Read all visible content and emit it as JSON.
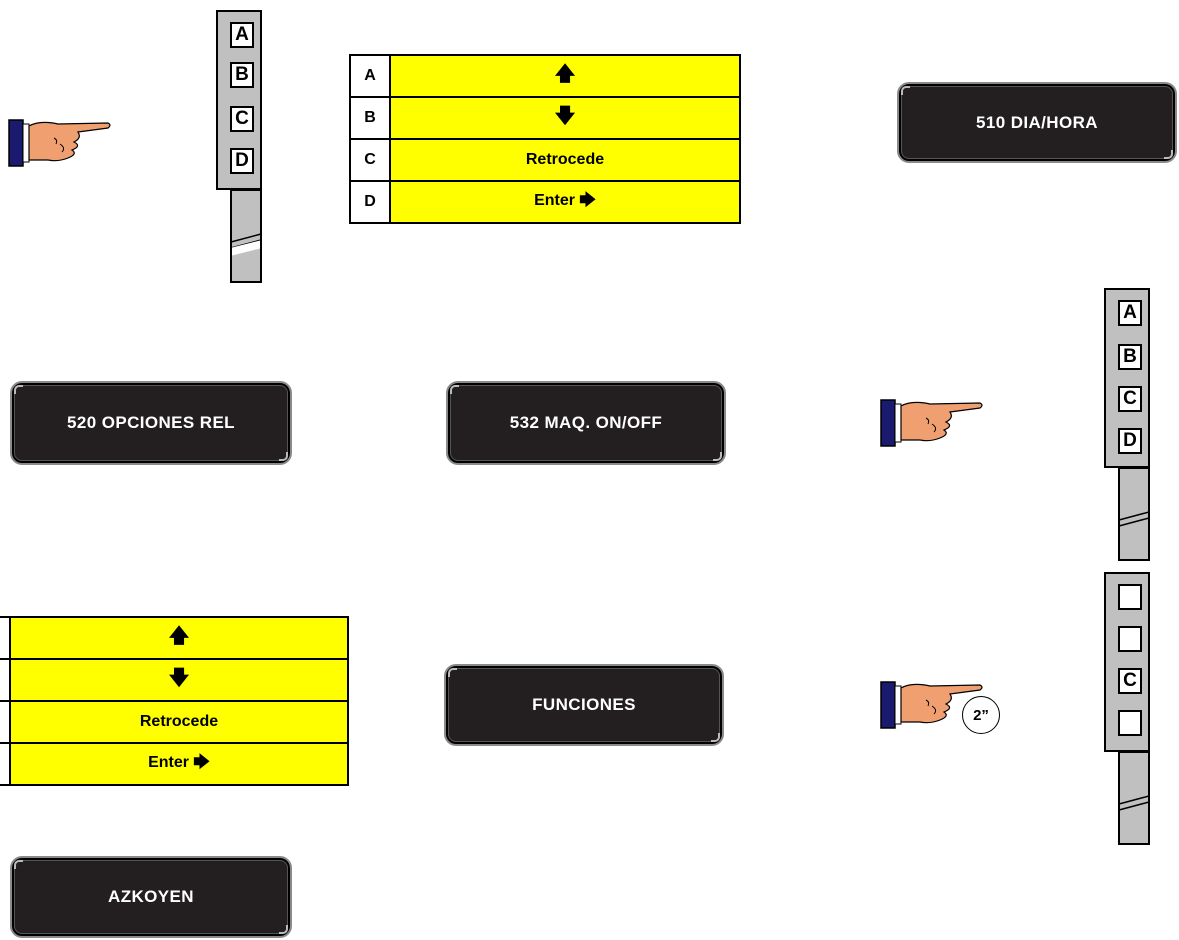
{
  "keypad_top": {
    "keys": [
      "A",
      "B",
      "C",
      "D"
    ]
  },
  "keypad_mid": {
    "keys": [
      "A",
      "B",
      "C",
      "D"
    ]
  },
  "keypad_low": {
    "keys": [
      "",
      "",
      "C",
      ""
    ]
  },
  "legend_top": {
    "rows": [
      {
        "key": "A",
        "value": "🡅"
      },
      {
        "key": "B",
        "value": "🡇"
      },
      {
        "key": "C",
        "value": "Retrocede"
      },
      {
        "key": "D",
        "value": "Enter 🡆"
      }
    ]
  },
  "legend_bottom": {
    "rows": [
      {
        "value": "🡅"
      },
      {
        "value": "🡇"
      },
      {
        "value": "Retrocede"
      },
      {
        "value": "Enter 🡆"
      }
    ]
  },
  "screens": {
    "dia_hora": "510 DIA/HORA",
    "opciones_rel": "520 OPCIONES REL",
    "maq_on_off": "532 MAQ. ON/OFF",
    "funciones": "FUNCIONES",
    "azkoyen": "AZKOYEN"
  },
  "hold_badge": "2”",
  "colors": {
    "screen_bg": "#231f20",
    "legend_fill": "#ffff00",
    "keypad_panel": "#c0c0c0",
    "hand_skin": "#f0a070",
    "cuff": "#1a1a6e"
  }
}
